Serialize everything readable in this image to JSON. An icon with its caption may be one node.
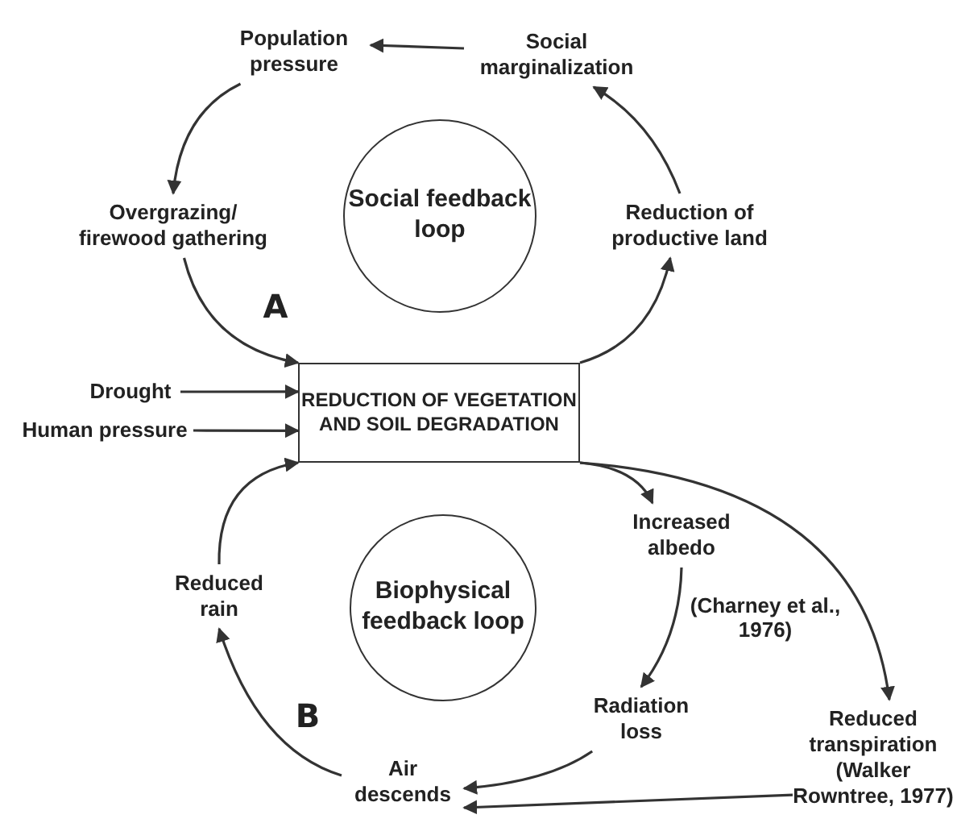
{
  "diagram": {
    "nodes": [
      {
        "text": [
          "Population pressure"
        ]
      },
      {
        "text": [
          "Social marginalization"
        ]
      },
      {
        "text": [
          "Overgrazing/ firewood gathering"
        ]
      },
      {
        "text": [
          "Reduction of productive land"
        ]
      },
      {
        "text": [
          "Social feedback loop"
        ]
      },
      {
        "text": [
          "REDUCTION OF VEGETATION AND SOIL DEGRADATION"
        ]
      },
      {
        "text": [
          "Drought"
        ]
      },
      {
        "text": [
          "Human pressure"
        ]
      },
      {
        "text": [
          "Increased albedo"
        ]
      },
      {
        "text": [
          "Reduced rain"
        ]
      },
      {
        "text": [
          "Biophysical feedback loop"
        ]
      },
      {
        "text": [
          "Radiation loss"
        ]
      },
      {
        "text": [
          "Reduced transpiration",
          "(Walker Rowntree, 1977)"
        ]
      },
      {
        "text": [
          "Air descends"
        ]
      }
    ],
    "edges": [
      {
        "from": 1,
        "to": 0,
        "arrow": "to"
      },
      {
        "from": 0,
        "to": 2,
        "arrow": "to"
      },
      {
        "from": 2,
        "to": 5,
        "arrow": "to"
      },
      {
        "from": 5,
        "to": 3,
        "arrow": "to"
      },
      {
        "from": 3,
        "to": 1,
        "arrow": "to"
      },
      {
        "from": 6,
        "to": 5,
        "arrow": "to"
      },
      {
        "from": 7,
        "to": 5,
        "arrow": "to"
      },
      {
        "from": 5,
        "to": 8,
        "arrow": "to"
      },
      {
        "from": 5,
        "to": 12,
        "arrow": "to"
      },
      {
        "from": 8,
        "to": 11,
        "arrow": "to"
      },
      {
        "from": 11,
        "to": 13,
        "arrow": "to"
      },
      {
        "from": 12,
        "to": 13,
        "arrow": "to"
      },
      {
        "from": 13,
        "to": 9,
        "arrow": "to"
      },
      {
        "from": 9,
        "to": 5,
        "arrow": "to"
      }
    ],
    "labels": [
      "A",
      "(Charney et al., 1976)",
      "B"
    ]
  }
}
